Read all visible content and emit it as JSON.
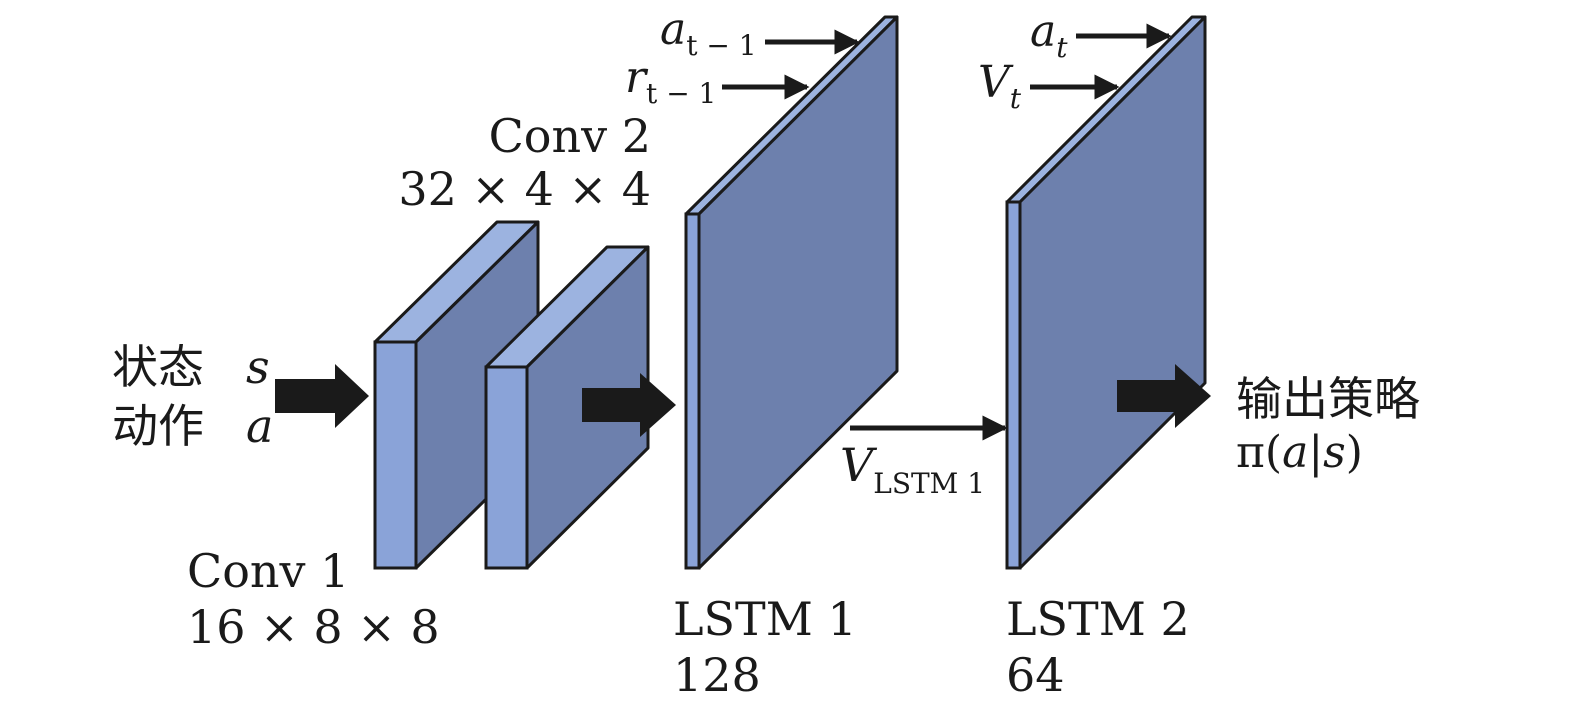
{
  "colors": {
    "front": "#8aa3d8",
    "side": "#6d80ad",
    "top": "#9cb3e0",
    "outline": "#1a1a1a",
    "arrow": "#1a1a1a"
  },
  "input": {
    "line1_cjk": "状态",
    "line1_sym": "s",
    "line2_cjk": "动作",
    "line2_sym": "a"
  },
  "conv1": {
    "name": "Conv 1",
    "dims": "16 × 8 × 8"
  },
  "conv2": {
    "name": "Conv 2",
    "dims": "32 × 4 × 4"
  },
  "lstm1": {
    "name": "LSTM 1",
    "size": "128",
    "in_a": {
      "base": "a",
      "sub": "t − 1"
    },
    "in_r": {
      "base": "r",
      "sub": "t − 1"
    }
  },
  "lstm2": {
    "name": "LSTM 2",
    "size": "64",
    "in_a": {
      "base": "a",
      "sub": "t"
    },
    "in_v": {
      "base": "V",
      "sub": "t"
    }
  },
  "link": {
    "base": "V",
    "sub": "LSTM 1"
  },
  "output": {
    "line1": "输出策略",
    "pi": "π",
    "open": "(",
    "a": "a",
    "bar": "|",
    "s": "s",
    "close": ")"
  }
}
